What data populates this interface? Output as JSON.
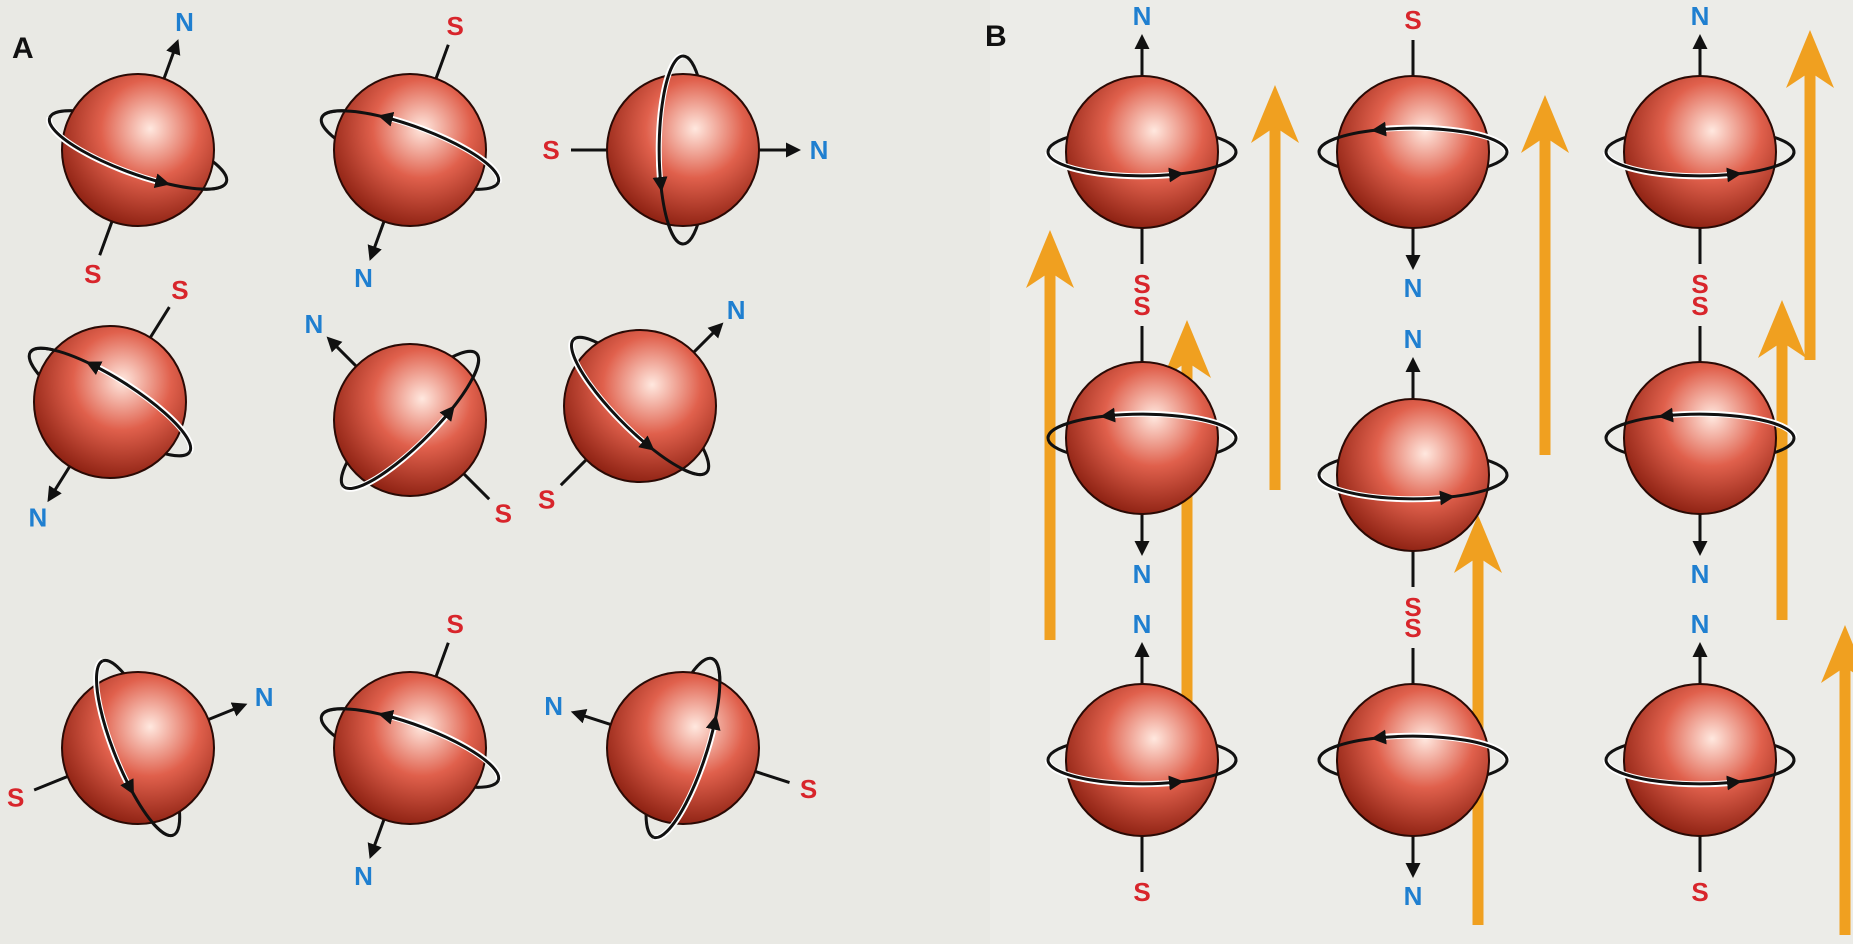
{
  "panels": [
    {
      "label": "A"
    },
    {
      "label": "B"
    }
  ],
  "poles": {
    "north": {
      "text": "N",
      "color": "#1f7fd0"
    },
    "south": {
      "text": "S",
      "color": "#d8252b"
    }
  },
  "colors": {
    "sphere_highlight": "#ffe8df",
    "sphere_mid": "#e0604c",
    "sphere_dark": "#7e1608",
    "field_arrow": "#f0a020",
    "axis_line": "#111111"
  },
  "panel_A": {
    "state": "random spin orientation",
    "spins": [
      {
        "name": "spin-a1",
        "angle_deg": 20
      },
      {
        "name": "spin-a2",
        "angle_deg": 200
      },
      {
        "name": "spin-a3",
        "angle_deg": 90
      },
      {
        "name": "spin-a4",
        "angle_deg": 212
      },
      {
        "name": "spin-a5",
        "angle_deg": -45
      },
      {
        "name": "spin-a6",
        "angle_deg": 45
      },
      {
        "name": "spin-a7",
        "angle_deg": 68
      },
      {
        "name": "spin-a8",
        "angle_deg": 200
      },
      {
        "name": "spin-a9",
        "angle_deg": -72
      }
    ]
  },
  "panel_B": {
    "state": "aligned in external field",
    "spins": [
      {
        "name": "spin-b1",
        "north_up": true
      },
      {
        "name": "spin-b2",
        "north_up": false
      },
      {
        "name": "spin-b3",
        "north_up": true
      },
      {
        "name": "spin-b4",
        "north_up": false
      },
      {
        "name": "spin-b5",
        "north_up": true
      },
      {
        "name": "spin-b6",
        "north_up": false
      },
      {
        "name": "spin-b7",
        "north_up": true
      },
      {
        "name": "spin-b8",
        "north_up": false
      },
      {
        "name": "spin-b9",
        "north_up": true
      }
    ],
    "field_arrow_count": 8
  }
}
